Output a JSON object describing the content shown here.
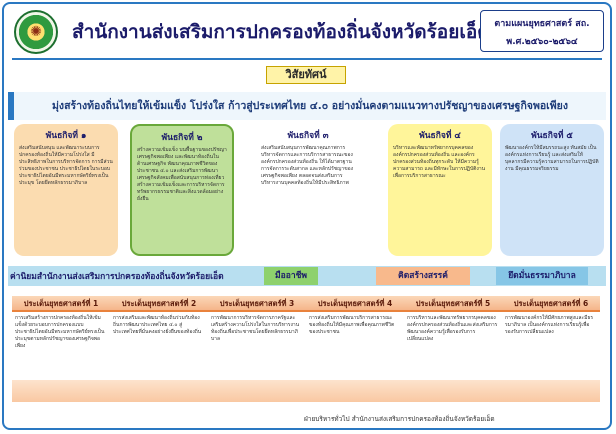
{
  "header": {
    "title": "สำนักงานส่งเสริมการปกครองท้องถิ่นจังหวัดร้อยเอ็ด",
    "plan_line1": "ตามแผนยุทธศาสตร์ สถ.",
    "plan_line2": "พ.ศ.๒๕๖๐-๒๕๖๔"
  },
  "vision": {
    "label": "วิสัยทัศน์",
    "text": "มุ่งสร้างท้องถิ่นไทยให้เข้มแข็ง โปร่งใส ก้าวสู่ประเทศไทย ๔.๐ อย่างมั่นคงตามแนวทางปรัชญาของเศรษฐกิจพอเพียง"
  },
  "missions": [
    {
      "title": "พันธกิจที่ ๑",
      "body": "ส่งเสริมสนับสนุน และพัฒนาระบบการปกครองท้องถิ่นให้มีความโปร่งใส มีประสิทธิภาพในการบริหารจัดการ การมีส่วนร่วมของประชาชน ประชาธิปไตยในระบอบประชาธิปไตยอันมีพระมหากษัตริย์ทรงเป็นประมุข โดยยึดหลักธรรมาภิบาล"
    },
    {
      "title": "พันธกิจที่ ๒",
      "body": "สร้างความเข้มแข็ง บนพื้นฐานของปรัชญาเศรษฐกิจพอเพียง และพัฒนาท้องถิ่นในด้านเศรษฐกิจ พัฒนาคุณภาพชีวิตของประชาชน ๔.๐ และส่งเสริมการพัฒนาเศรษฐกิจสังคมเพื่อสนับสนุนการท่องเที่ยว สร้างความเข้มแข็งและการบริหารจัดการทรัพยากรธรรมชาติและสิ่งแวดล้อมอย่างยั่งยืน"
    },
    {
      "title": "พันธกิจที่ ๓",
      "body": "ส่งเสริมสนับสนุนการพัฒนาคุณภาพการบริหารจัดการและการบริการสาธารณะขององค์กรปกครองส่วนท้องถิ่น ให้ได้มาตรฐานการจัดการระดับสากล และหลักปรัชญาของเศรษฐกิจพอเพียง ตลอดจนส่งเสริมการบริหารงานบุคคลท้องถิ่นให้มีประสิทธิภาพ"
    },
    {
      "title": "พันธกิจที่ ๔",
      "body": "บริหารและพัฒนาทรัพยากรบุคคลขององค์กรปกครองส่วนท้องถิ่น และองค์กรปกครองส่วนท้องถิ่นทุกระดับ ให้มีความรู้ความสามารถ และมีทักษะในการปฏิบัติงานเพื่อการบริการสาธารณะ"
    },
    {
      "title": "พันธกิจที่ ๕",
      "body": "พัฒนาองค์กรให้มีสมรรถนะสูง ทันสมัย เป็นองค์กรแห่งการเรียนรู้ และส่งเสริมให้บุคลากรมีความรู้ความสามารถในการปฏิบัติงาน มีคุณธรรมจริยธรรม"
    }
  ],
  "values": {
    "title": "ค่านิยมสำนักงานส่งเสริมการปกครองท้องถิ่นจังหวัดร้อยเอ็ด",
    "items": [
      "มืออาชีพ",
      "คิดสร้างสรรค์",
      "ยึดมั่นธรรมาภิบาล"
    ]
  },
  "issues": [
    {
      "title": "ประเด็นยุทธศาสตร์ที่ 1",
      "body": "การเสริมสร้างการปกครองท้องถิ่นให้เข้มแข็งด้วยระบอบการปกครองแบบประชาธิปไตยอันมีพระมหากษัตริย์ทรงเป็นประมุขตามหลักปรัชญาของเศรษฐกิจพอเพียง"
    },
    {
      "title": "ประเด็นยุทธศาสตร์ที่ 2",
      "body": "การส่งเสริมและพัฒนาท้องถิ่นร่วมกับท้องถิ่นการพัฒนาประเทศไทย ๔.๐ สู่ประเทศไทยที่มั่นคงอย่างยั่งยืนของท้องถิ่น"
    },
    {
      "title": "ประเด็นยุทธศาสตร์ที่ 3",
      "body": "การพัฒนาการบริหารจัดการภาครัฐและเสริมสร้างความโปร่งใสในการบริหารงานท้องถิ่นเพื่อประชาชนโดยยึดหลักธรรมาภิบาล"
    },
    {
      "title": "ประเด็นยุทธศาสตร์ที่ 4",
      "body": "การส่งเสริมการพัฒนาบริการสาธารณะของท้องถิ่นให้มีคุณภาพเพื่อคุณภาพชีวิตของประชาชน"
    },
    {
      "title": "ประเด็นยุทธศาสตร์ที่ 5",
      "body": "การบริหารและพัฒนาทรัพยากรบุคคลขององค์กรปกครองส่วนท้องถิ่นและส่งเสริมการพัฒนาองค์ความรู้เพื่อรองรับการเปลี่ยนแปลง"
    },
    {
      "title": "ประเด็นยุทธศาสตร์ที่ 6",
      "body": "การพัฒนาองค์กรให้มีศักยภาพสูงและมีธรรมาภิบาล เป็นองค์กรแห่งการเรียนรู้เพื่อรองรับการเปลี่ยนแปลง"
    }
  ],
  "footer": "ฝ่ายบริหารทั่วไป  สำนักงานส่งเสริมการปกครองท้องถิ่นจังหวัดร้อยเอ็ด"
}
